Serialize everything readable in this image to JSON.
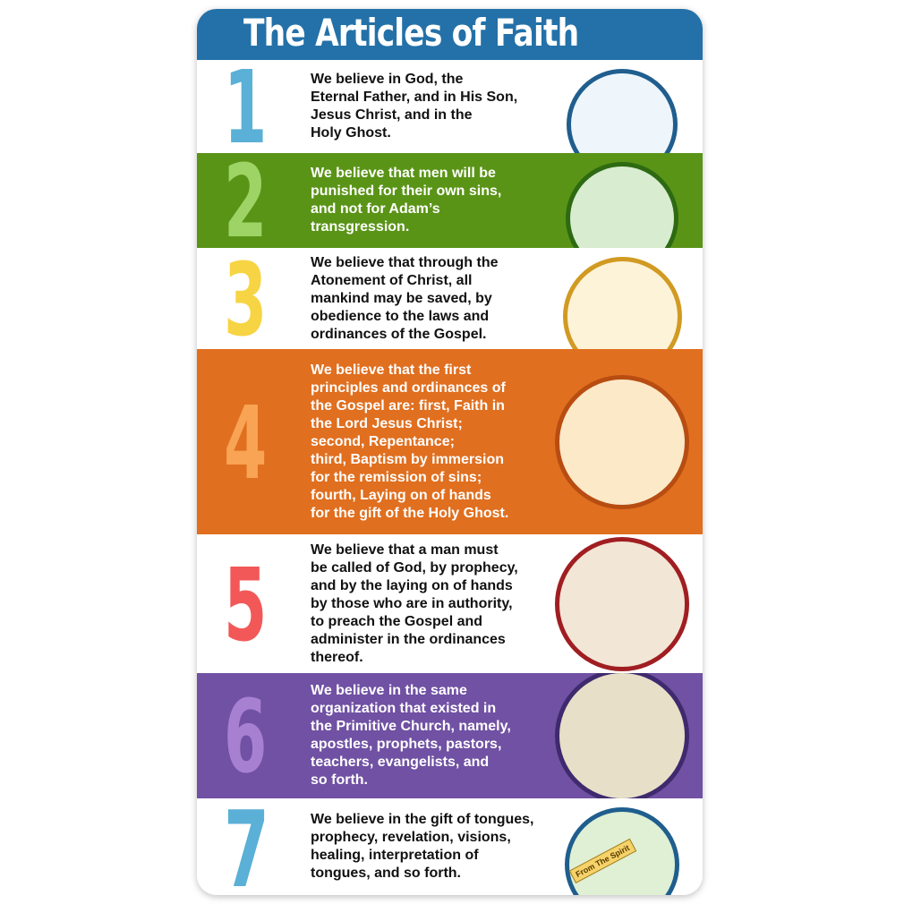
{
  "title": "The Articles of Faith",
  "articles": [
    {
      "number": "1",
      "text": "We believe in God, the\nEternal Father, and in His Son,\nJesus Christ, and in the\nHoly Ghost.",
      "background": "#ffffff",
      "number_color": "#5ab0d6",
      "text_color": "#111111"
    },
    {
      "number": "2",
      "text": "We believe that men will be\npunished for their own sins,\nand not for Adam’s\ntransgression.",
      "background": "#5a9417",
      "number_color": "#9ed465",
      "text_color": "#ffffff"
    },
    {
      "number": "3",
      "text": "We believe that through the\nAtonement of Christ, all\nmankind may be saved, by\nobedience to the laws and\nordinances of the Gospel.",
      "background": "#ffffff",
      "number_color": "#f7d443",
      "text_color": "#111111"
    },
    {
      "number": "4",
      "text": "We believe that the first\nprinciples and ordinances of\nthe Gospel are: first, Faith in\nthe Lord Jesus Christ;\nsecond, Repentance;\nthird, Baptism by immersion\nfor the remission of sins;\nfourth, Laying on of hands\nfor the gift of the Holy Ghost.",
      "background": "#e06f1f",
      "number_color": "#f9a355",
      "text_color": "#ffffff"
    },
    {
      "number": "5",
      "text": "We believe that a man must\nbe called of God, by prophecy,\nand by the laying on of hands\nby those who are in authority,\nto preach the Gospel and\nadminister in the ordinances\nthereof.",
      "background": "#ffffff",
      "number_color": "#f25858",
      "text_color": "#111111"
    },
    {
      "number": "6",
      "text": "We believe in the same\norganization that existed in\nthe Primitive Church, namely,\napostles, prophets, pastors,\nteachers, evangelists, and\nso forth.",
      "background": "#7051a3",
      "number_color": "#a880d2",
      "text_color": "#ffffff"
    },
    {
      "number": "7",
      "text": "We believe in the gift of tongues,\nprophecy, revelation, visions,\nhealing, interpretation of\ntongues, and so forth.",
      "background": "#ffffff",
      "number_color": "#5ab0d6",
      "text_color": "#111111"
    }
  ],
  "illustrations": [
    {
      "icon": "godhead-illustration",
      "ring": "#1f5e8e",
      "fill": "#eef6fb"
    },
    {
      "icon": "adam-eve-illustration",
      "ring": "#2d6a12",
      "fill": "#d8ecd0"
    },
    {
      "icon": "christ-illustration",
      "ring": "#d19a22",
      "fill": "#fdf3d8"
    },
    {
      "icon": "baptism-illustration",
      "ring": "#b84d12",
      "fill": "#fbe9c8"
    },
    {
      "icon": "ordination-illustration",
      "ring": "#a01e22",
      "fill": "#f2e6d6"
    },
    {
      "icon": "church-organization-illustration",
      "ring": "#3f2a6e",
      "fill": "#e8dfc8"
    },
    {
      "icon": "gift-illustration",
      "ring": "#1f5e8e",
      "fill": "#dff0d4"
    }
  ],
  "gift_tag": "From The Spirit"
}
